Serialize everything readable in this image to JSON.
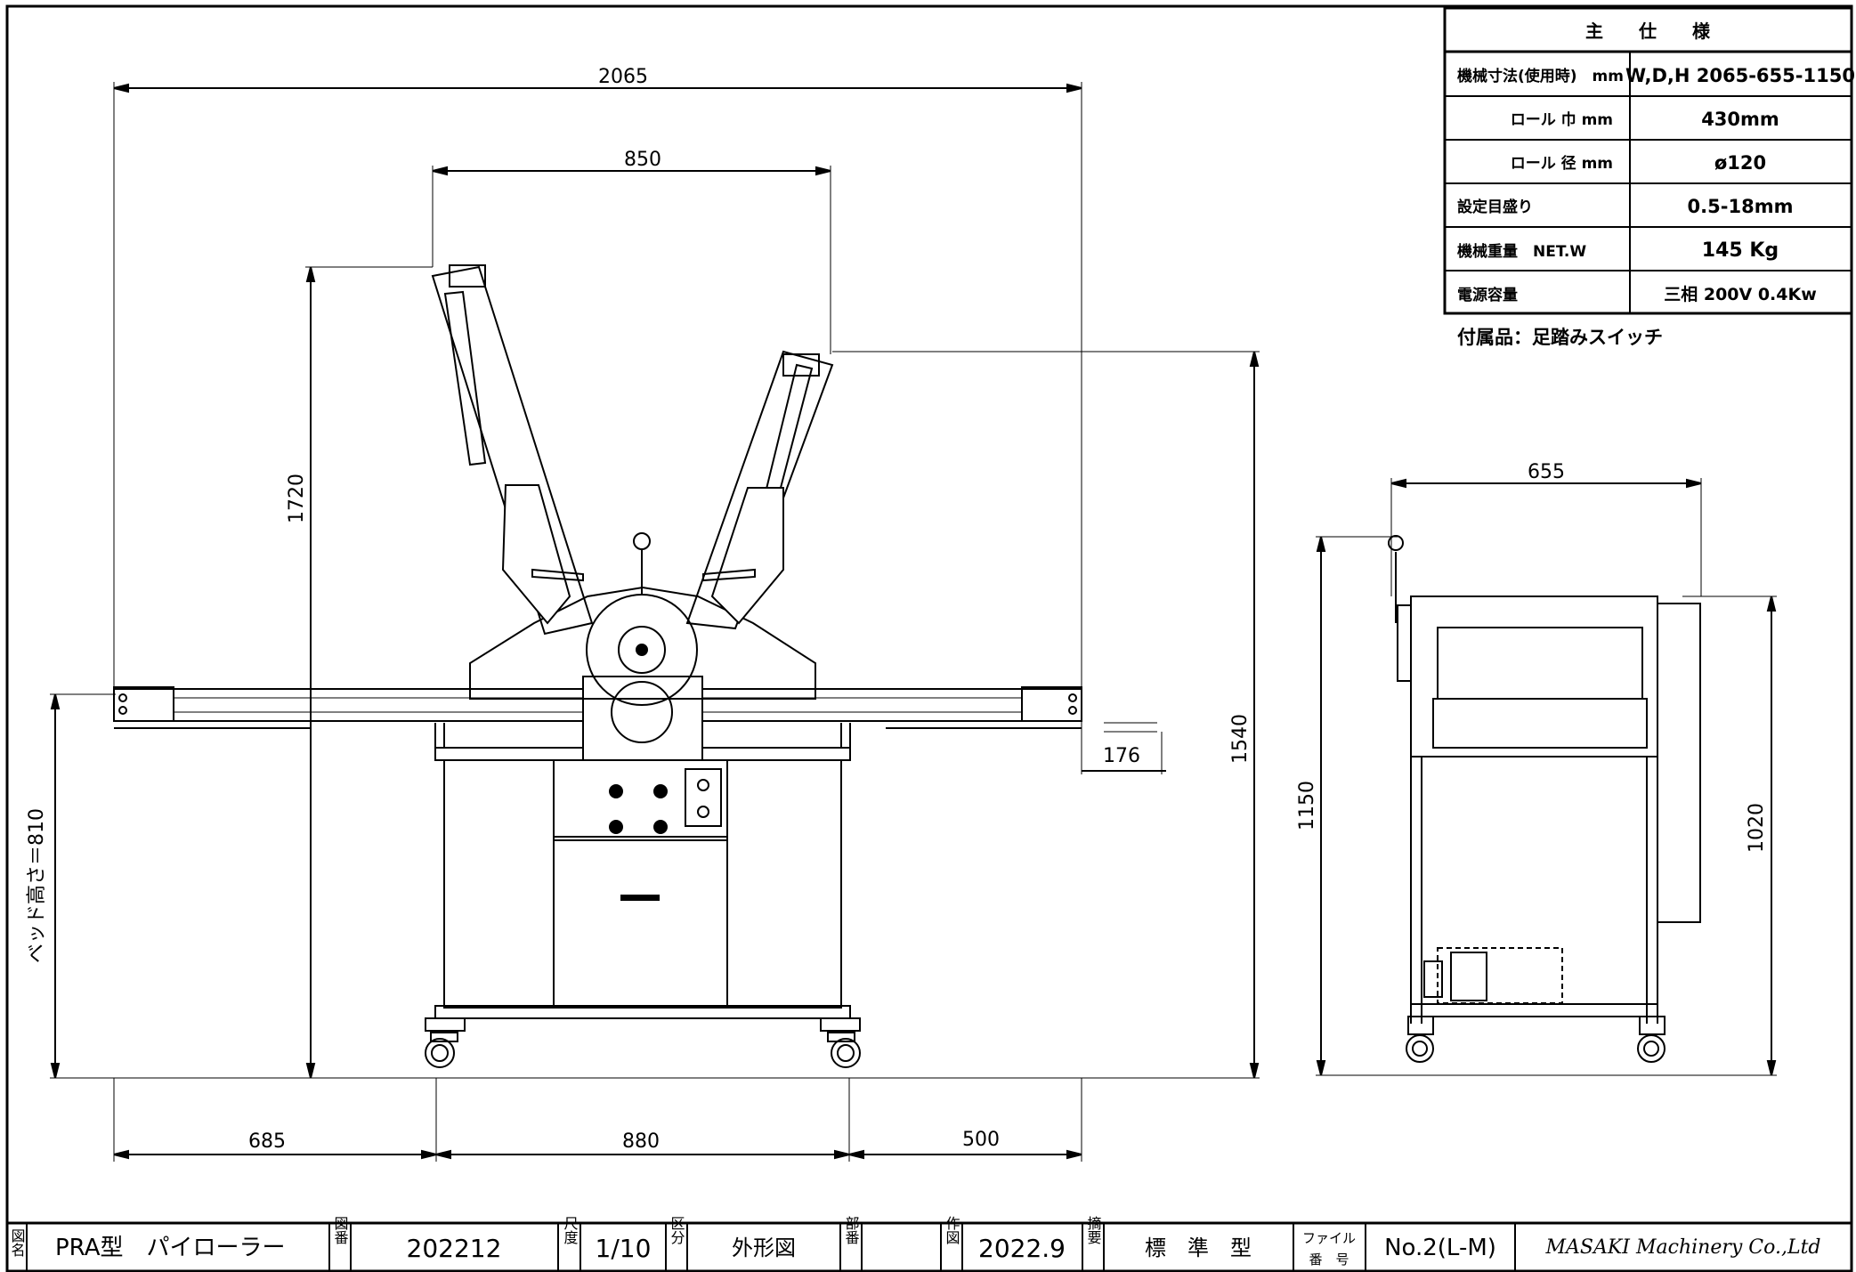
{
  "spec_table": {
    "header": "主　　仕　　様",
    "rows": [
      {
        "label": "機械寸法(使用時)　mm",
        "value": "W,D,H 2065-655-1150"
      },
      {
        "label": "ロール 巾 mm",
        "value": "430mm"
      },
      {
        "label": "ロール 径 mm",
        "value": "ø120"
      },
      {
        "label": "設定目盛り",
        "value": "0.5-18mm"
      },
      {
        "label": "機械重量　NET.W",
        "value": "145 Kg"
      },
      {
        "label": "電源容量",
        "value": "三相 200V 0.4Kw"
      }
    ],
    "accessory": "付属品：足踏みスイッチ"
  },
  "front_view_dims": {
    "overall_width": "2065",
    "arm_span": "850",
    "raised_height": "1720",
    "total_height": "1540",
    "table_overhang": "176",
    "bed_height": "ベッド高さ＝810",
    "left_offset": "685",
    "base_width": "880",
    "right_offset": "500"
  },
  "side_view_dims": {
    "depth": "655",
    "height": "1150",
    "body_height": "1020"
  },
  "title_block": {
    "name_label": "図名",
    "name_value": "PRA型　パイローラー",
    "number_label": "図番",
    "number_value": "202212",
    "scale_label": "尺度",
    "scale_value": "1/10",
    "category_label": "区分",
    "category_value": "外形図",
    "dept_label": "部番",
    "dept_value": "",
    "made_label": "作図",
    "made_value": "2022.9",
    "note_label": "摘要",
    "note_value": "標　準　型",
    "file_label_1": "ファイル",
    "file_label_2": "番　号",
    "file_value": "No.2(L-M)",
    "company": "MASAKI Machinery Co.,Ltd"
  },
  "colors": {
    "line": "#000000",
    "background": "#ffffff"
  }
}
